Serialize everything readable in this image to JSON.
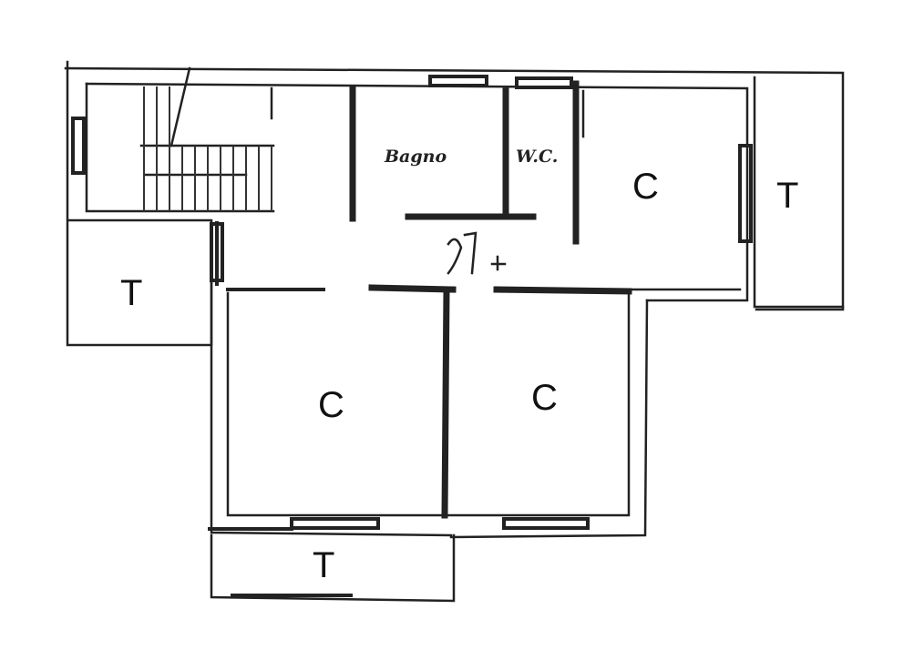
{
  "rooms": {
    "terrace_top_right": "T",
    "terrace_left": "T",
    "terrace_bottom": "T",
    "bedroom_top_right": "C",
    "bedroom_bottom_left": "C",
    "bedroom_bottom_right": "C",
    "bathroom": "Bagno",
    "wc": "W.C."
  },
  "colors": {
    "ink": "#222222",
    "paper": "#ffffff"
  }
}
